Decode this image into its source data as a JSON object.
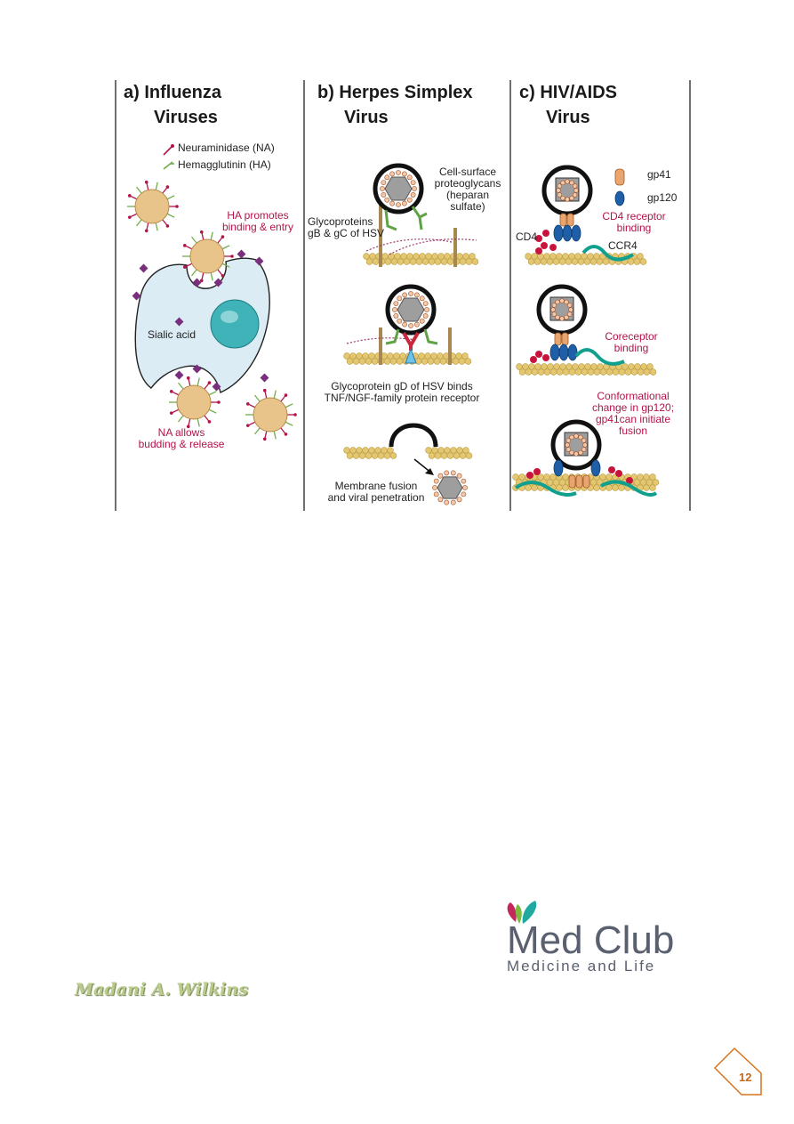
{
  "figure": {
    "panels": [
      {
        "title_line1": "a)  Influenza",
        "title_line2": "Viruses"
      },
      {
        "title_line1": "b) Herpes Simplex",
        "title_line2": "Virus"
      },
      {
        "title_line1": "c) HIV/AIDS",
        "title_line2": "Virus"
      }
    ],
    "influenza": {
      "legend_na": "Neuraminidase (NA)",
      "legend_ha": "Hemagglutinin (HA)",
      "ha_note_1": "HA promotes",
      "ha_note_2": "binding & entry",
      "sialic_acid": "Sialic acid",
      "na_note_1": "NA allows",
      "na_note_2": "budding & release"
    },
    "herpes": {
      "cell_surface_1": "Cell-surface",
      "cell_surface_2": "proteoglycans",
      "cell_surface_3": "(heparan",
      "cell_surface_4": "sulfate)",
      "glyco_1": "Glycoproteins",
      "glyco_2": "gB & gC of HSV",
      "gd_1": "Glycoprotein gD of HSV binds",
      "gd_2": "TNF/NGF-family protein receptor",
      "fusion_1": "Membrane fusion",
      "fusion_2": "and viral penetration"
    },
    "hiv": {
      "gp41": "gp41",
      "gp120": "gp120",
      "cd4_binding_1": "CD4 receptor",
      "cd4_binding_2": "binding",
      "cd4": "CD4",
      "ccr4": "CCR4",
      "coreceptor_1": "Coreceptor",
      "coreceptor_2": "binding",
      "conf_1": "Conformational",
      "conf_2": "change in gp120;",
      "conf_3": "gp41can initiate",
      "conf_4": "fusion"
    }
  },
  "logo": {
    "name": "Med Club",
    "tagline": "Medicine and Life"
  },
  "signature": "Madani A. Wilkins",
  "page_number": "12",
  "colors": {
    "virus_fill": "#e9c48a",
    "cell_fill": "#dcecf5",
    "nucleus": "#3fb3b8",
    "sialic": "#7a2e7e",
    "accent_red": "#b3144b",
    "gp120_blue": "#1f5fa8",
    "membrane": "#e5c671",
    "page_badge": "#d6751f"
  }
}
